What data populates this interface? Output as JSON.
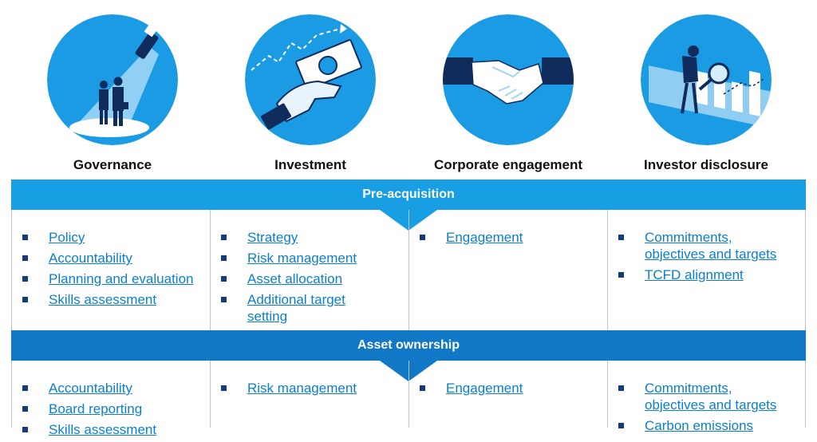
{
  "pillars": [
    {
      "label": "Governance",
      "icon": "spotlight-people-icon"
    },
    {
      "label": "Investment",
      "icon": "hand-money-icon"
    },
    {
      "label": "Corporate engagement",
      "icon": "handshake-icon"
    },
    {
      "label": "Investor disclosure",
      "icon": "magnifier-chart-icon"
    }
  ],
  "colors": {
    "circle": "#1a9be3",
    "band_light": "#179ee3",
    "band_dark": "#1177c7",
    "link": "#0a7fd0",
    "bullet": "#173a7a",
    "border": "#b9c3cc"
  },
  "sections": [
    {
      "title": "Pre-acquisition",
      "columns": [
        {
          "items": [
            "Policy",
            "Accountability",
            "Planning and evaluation",
            "Skills assessment"
          ]
        },
        {
          "items": [
            "Strategy",
            "Risk management",
            "Asset allocation",
            "Additional target setting"
          ]
        },
        {
          "items": [
            "Engagement"
          ]
        },
        {
          "items": [
            "Commitments, objectives and targets",
            "TCFD alignment"
          ]
        }
      ]
    },
    {
      "title": "Asset ownership",
      "columns": [
        {
          "items": [
            "Accountability",
            "Board reporting",
            "Skills assessment"
          ]
        },
        {
          "items": [
            "Risk management"
          ]
        },
        {
          "items": [
            "Engagement"
          ]
        },
        {
          "items": [
            "Commitments, objectives and targets",
            "Carbon emissions"
          ]
        }
      ]
    }
  ]
}
